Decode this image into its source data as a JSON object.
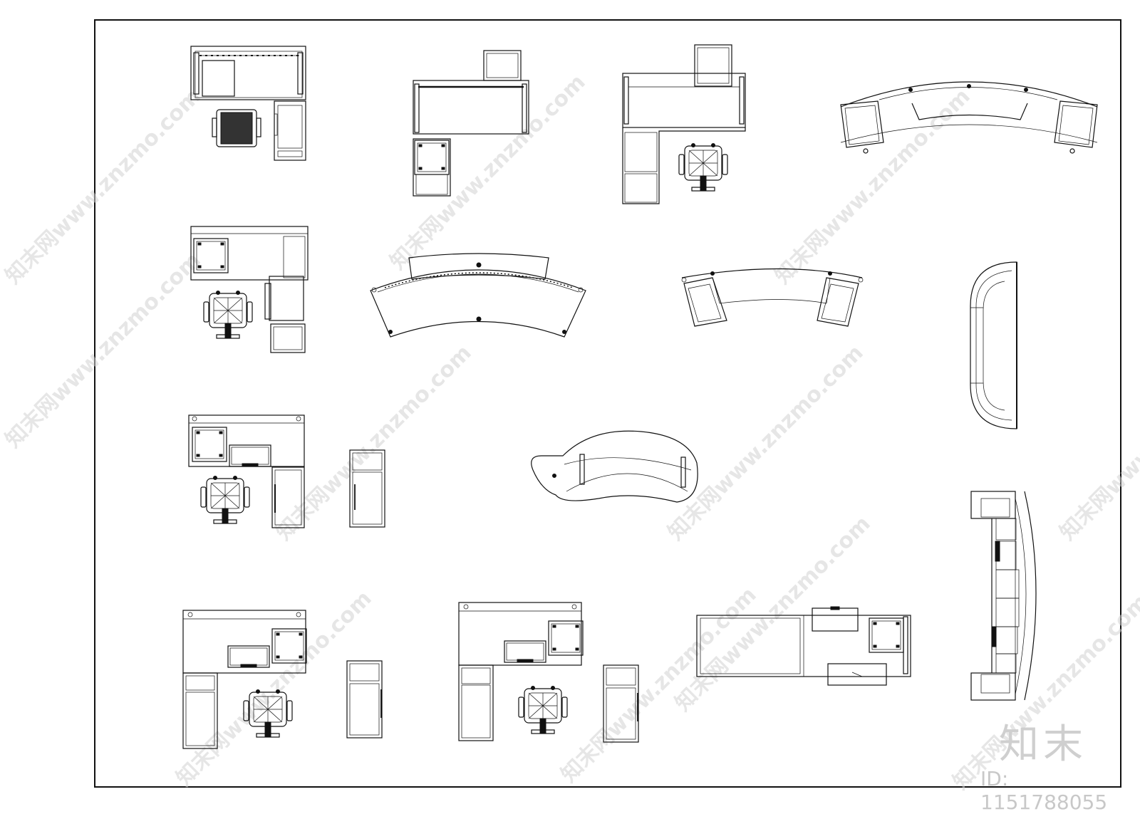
{
  "drawing": {
    "title": "",
    "watermark_text": "知末网www.znzmo.com",
    "brand_logo": "知末",
    "id_label": "ID: 1151788055",
    "stroke_color": "#111111",
    "watermark_color": "#d2d2d2"
  },
  "blocks": [
    {
      "name": "desk-with-cabinets-1",
      "kind": "l-desk"
    },
    {
      "name": "desk-l-shape-2",
      "kind": "l-desk"
    },
    {
      "name": "desk-l-shape-3",
      "kind": "l-desk"
    },
    {
      "name": "curved-reception-1",
      "kind": "reception"
    },
    {
      "name": "desk-l-shape-4",
      "kind": "l-desk"
    },
    {
      "name": "curved-reception-2",
      "kind": "reception"
    },
    {
      "name": "curved-reception-3",
      "kind": "reception"
    },
    {
      "name": "rounded-counter",
      "kind": "counter"
    },
    {
      "name": "desk-l-shape-5",
      "kind": "l-desk"
    },
    {
      "name": "side-cabinet-1",
      "kind": "cabinet"
    },
    {
      "name": "leaf-reception-desk",
      "kind": "reception"
    },
    {
      "name": "long-curved-counter",
      "kind": "counter"
    },
    {
      "name": "desk-l-shape-6",
      "kind": "l-desk"
    },
    {
      "name": "side-cabinet-2",
      "kind": "cabinet"
    },
    {
      "name": "desk-l-shape-7",
      "kind": "l-desk"
    },
    {
      "name": "side-cabinet-3",
      "kind": "cabinet"
    },
    {
      "name": "straight-workstation",
      "kind": "workstation"
    }
  ]
}
